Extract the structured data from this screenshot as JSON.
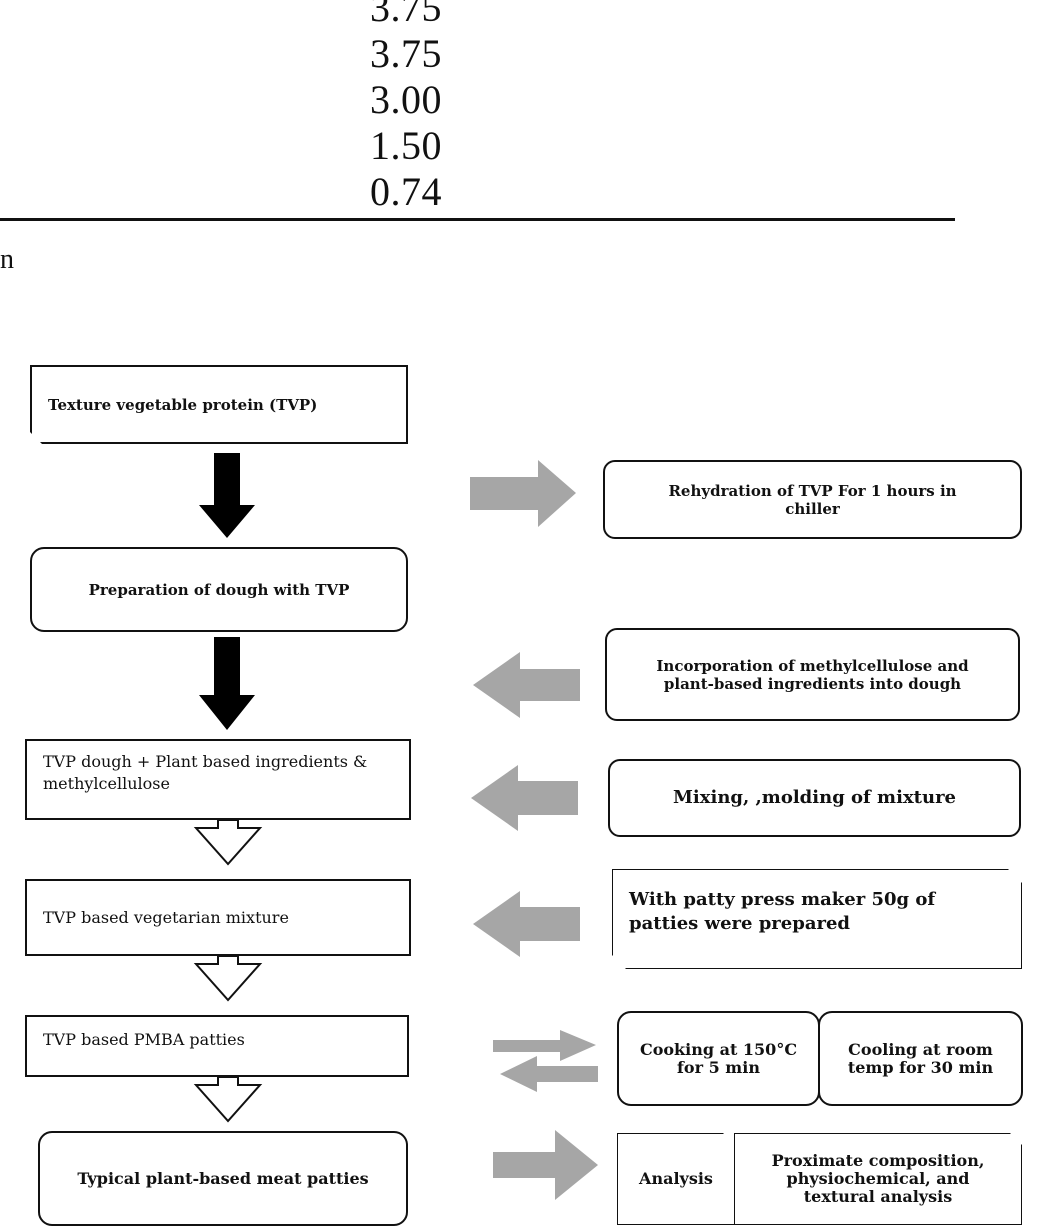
{
  "table_fragment": {
    "values": [
      "3.75",
      "3.75",
      "3.00",
      "1.50",
      "0.74"
    ],
    "caption_fragment": "n"
  },
  "flowchart": {
    "main_steps": [
      "Texture vegetable protein (TVP)",
      "Preparation of dough with TVP",
      "TVP dough + Plant based ingredients & methylcellulose",
      "TVP based vegetarian mixture",
      "TVP based PMBA patties",
      "Typical plant-based meat patties"
    ],
    "side_steps": [
      "Rehydration of TVP For 1 hours in chiller",
      "Incorporation of methylcellulose and plant-based ingredients into dough",
      "Mixing, ,molding of mixture",
      "With patty press maker 50g of patties were prepared",
      "Cooking at 150°C for 5 min",
      "Cooling at room temp for 30 min",
      "Analysis",
      "Proximate composition, physiochemical, and textural analysis"
    ],
    "colors": {
      "arrow_gray": "#a6a6a6",
      "arrow_black": "#000000",
      "border": "#111111"
    }
  }
}
